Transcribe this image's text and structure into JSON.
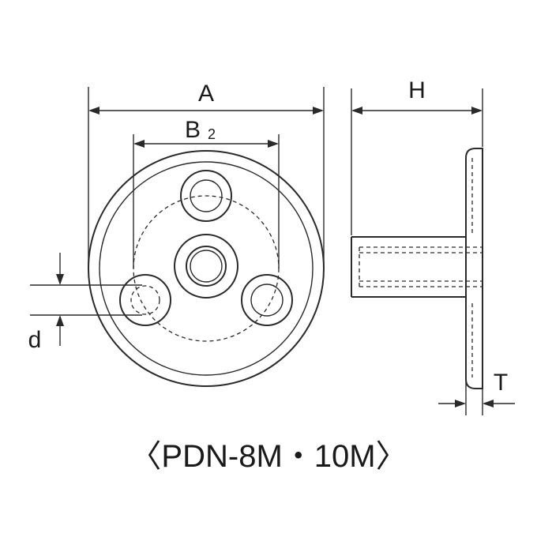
{
  "dimensions": {
    "a": "A",
    "b2_base": "B",
    "b2_sub": "2",
    "h": "H",
    "d": "d",
    "t": "T"
  },
  "model_label": "〈PDN-8M・10M〉"
}
